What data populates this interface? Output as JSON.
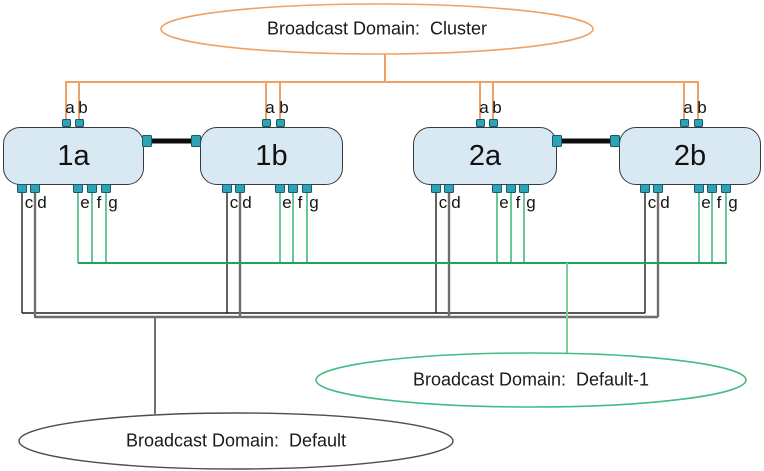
{
  "domains": {
    "cluster": {
      "label": "Broadcast Domain:  Cluster",
      "color": "#F0A266"
    },
    "default1": {
      "label": "Broadcast Domain:  Default-1",
      "color": "#41BD81"
    },
    "default": {
      "label": "Broadcast Domain:  Default",
      "color": "#4D4D4D"
    }
  },
  "nodes": [
    {
      "id": "1a",
      "label": "1a",
      "top_ports": [
        "a",
        "b"
      ],
      "bottom_ports": [
        "c",
        "d",
        "e",
        "f",
        "g"
      ]
    },
    {
      "id": "1b",
      "label": "1b",
      "top_ports": [
        "a",
        "b"
      ],
      "bottom_ports": [
        "c",
        "d",
        "e",
        "f",
        "g"
      ]
    },
    {
      "id": "2a",
      "label": "2a",
      "top_ports": [
        "a",
        "b"
      ],
      "bottom_ports": [
        "c",
        "d",
        "e",
        "f",
        "g"
      ]
    },
    {
      "id": "2b",
      "label": "2b",
      "top_ports": [
        "a",
        "b"
      ],
      "bottom_ports": [
        "c",
        "d",
        "e",
        "f",
        "g"
      ]
    }
  ],
  "colors": {
    "node_fill": "#D9E9F3",
    "node_border": "#3A3A3A",
    "port_fill": "#2EA3B7",
    "port_border": "#1A5B6B",
    "cluster_line": "#F0A266",
    "default1_bus": "#1FA45C",
    "default1_branch": "#46B97E",
    "default1_drop": "#7FCFA3",
    "c_port_line": "#1F1F1F",
    "d_port_line": "#6E6E6E",
    "ha_link": "#0D0D0D"
  }
}
